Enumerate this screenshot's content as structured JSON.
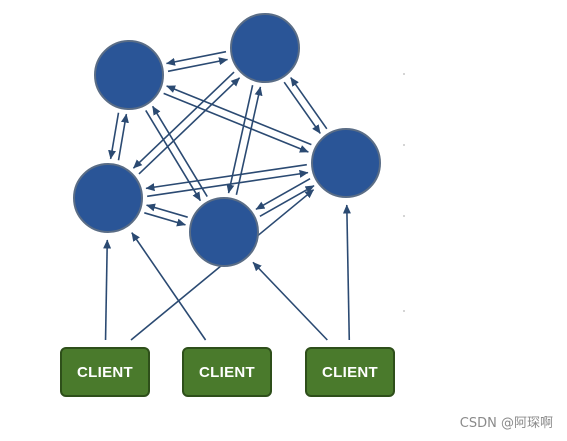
{
  "clients": [
    {
      "id": "client-1",
      "label": "CLIENT"
    },
    {
      "id": "client-2",
      "label": "CLIENT"
    },
    {
      "id": "client-3",
      "label": "CLIENT"
    }
  ],
  "nodes": [
    {
      "id": "node-a"
    },
    {
      "id": "node-b"
    },
    {
      "id": "node-c"
    },
    {
      "id": "node-d"
    },
    {
      "id": "node-e"
    }
  ],
  "edges": [
    {
      "from": "node-a",
      "to": "node-b"
    },
    {
      "from": "node-b",
      "to": "node-a"
    },
    {
      "from": "node-a",
      "to": "node-c"
    },
    {
      "from": "node-c",
      "to": "node-a"
    },
    {
      "from": "node-a",
      "to": "node-d"
    },
    {
      "from": "node-d",
      "to": "node-a"
    },
    {
      "from": "node-a",
      "to": "node-e"
    },
    {
      "from": "node-e",
      "to": "node-a"
    },
    {
      "from": "node-b",
      "to": "node-c"
    },
    {
      "from": "node-c",
      "to": "node-b"
    },
    {
      "from": "node-b",
      "to": "node-d"
    },
    {
      "from": "node-d",
      "to": "node-b"
    },
    {
      "from": "node-b",
      "to": "node-e"
    },
    {
      "from": "node-e",
      "to": "node-b"
    },
    {
      "from": "node-c",
      "to": "node-d"
    },
    {
      "from": "node-d",
      "to": "node-c"
    },
    {
      "from": "node-c",
      "to": "node-e"
    },
    {
      "from": "node-e",
      "to": "node-c"
    },
    {
      "from": "node-d",
      "to": "node-e"
    },
    {
      "from": "node-e",
      "to": "node-d"
    },
    {
      "from": "client-1",
      "to": "node-c"
    },
    {
      "from": "client-1",
      "to": "node-e"
    },
    {
      "from": "client-2",
      "to": "node-c"
    },
    {
      "from": "client-3",
      "to": "node-e"
    },
    {
      "from": "client-3",
      "to": "node-d"
    }
  ],
  "colors": {
    "node_fill": "#2a5597",
    "node_stroke": "#5a6d86",
    "edge": "#2b4a72",
    "client_fill": "#4a7a2c",
    "client_stroke": "#2e4f1a",
    "client_text": "#ffffff",
    "watermark": "#8a8a8a"
  },
  "watermark": "CSDN @阿琛啊"
}
